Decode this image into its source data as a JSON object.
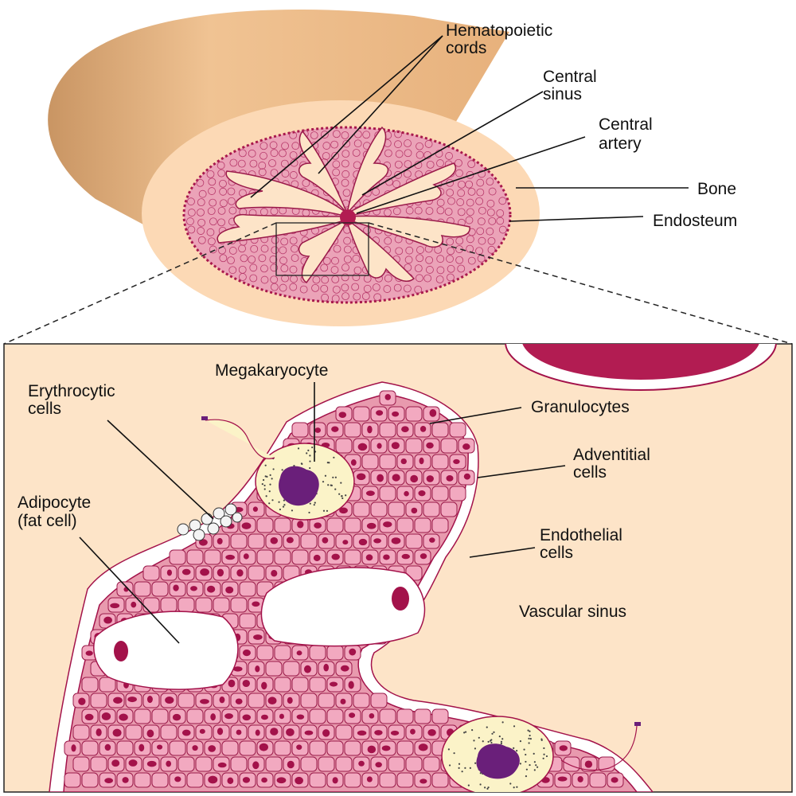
{
  "labels": {
    "hematopoietic_cords": [
      "Hematopoietic",
      "cords"
    ],
    "central_sinus": [
      "Central",
      "sinus"
    ],
    "central_artery": [
      "Central",
      "artery"
    ],
    "bone": "Bone",
    "endosteum": "Endosteum",
    "megakaryocyte": "Megakaryocyte",
    "erythrocytic_cells": [
      "Erythrocytic",
      "cells"
    ],
    "granulocytes": "Granulocytes",
    "adventitial_cells": [
      "Adventitial",
      "cells"
    ],
    "adipocyte": [
      "Adipocyte",
      "(fat cell)"
    ],
    "endothelial_cells": [
      "Endothelial",
      "cells"
    ],
    "vascular_sinus": "Vascular sinus"
  },
  "colors": {
    "bone_outer": "#e8b98a",
    "bone_face": "#fcd9b5",
    "marrow": "#e89aae",
    "marrow_dark": "#b21c52",
    "sinus_fill": "#fde4c8",
    "nucleus": "#a3124a",
    "megakaryocyte_nucleus": "#6a1f7a",
    "megakaryocyte_cytoplasm": "#fbf3c8",
    "fat": "#ffffff"
  }
}
